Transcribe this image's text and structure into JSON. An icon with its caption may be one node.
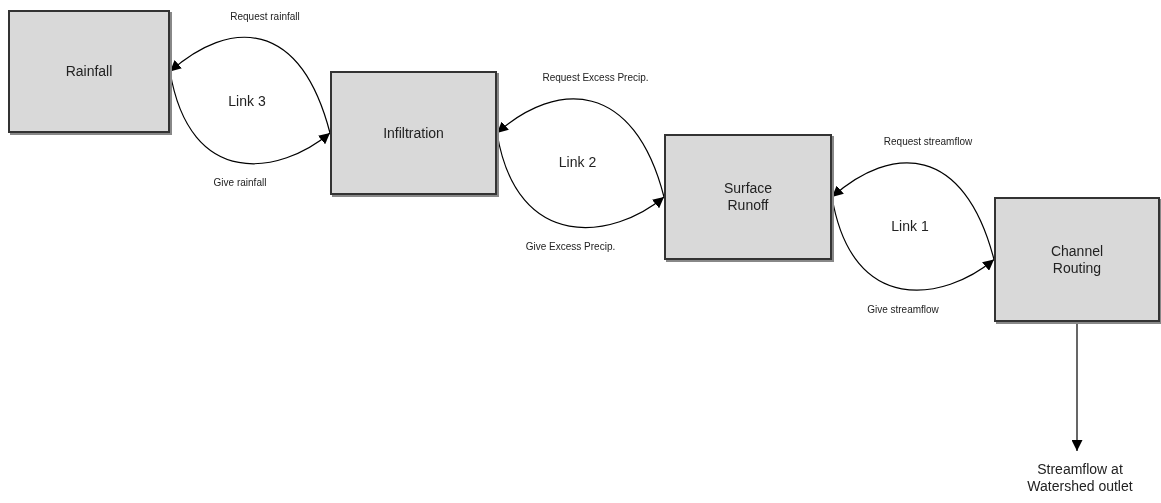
{
  "diagram": {
    "nodes": [
      {
        "text": [
          "Rainfall"
        ]
      },
      {
        "text": [
          "Infiltration"
        ]
      },
      {
        "text": [
          "Surface Runoff"
        ]
      },
      {
        "text": [
          "Channel Routing"
        ]
      },
      {
        "text": [
          "Streamflow at Watershed outlet"
        ]
      }
    ],
    "edges": [
      {
        "from": 1,
        "to": 0,
        "arrow": "to",
        "label": "Request rainfall"
      },
      {
        "from": 0,
        "to": 1,
        "arrow": "to",
        "label": "Give rainfall"
      },
      {
        "from": 2,
        "to": 1,
        "arrow": "to",
        "label": "Request Excess Precip."
      },
      {
        "from": 1,
        "to": 2,
        "arrow": "to",
        "label": "Give Excess Precip."
      },
      {
        "from": 3,
        "to": 2,
        "arrow": "to",
        "label": "Request streamflow"
      },
      {
        "from": 2,
        "to": 3,
        "arrow": "to",
        "label": "Give streamflow"
      },
      {
        "from": 3,
        "to": 4,
        "arrow": "to"
      }
    ],
    "labels": [
      "Link 3",
      "Link 2",
      "Link 1"
    ]
  }
}
